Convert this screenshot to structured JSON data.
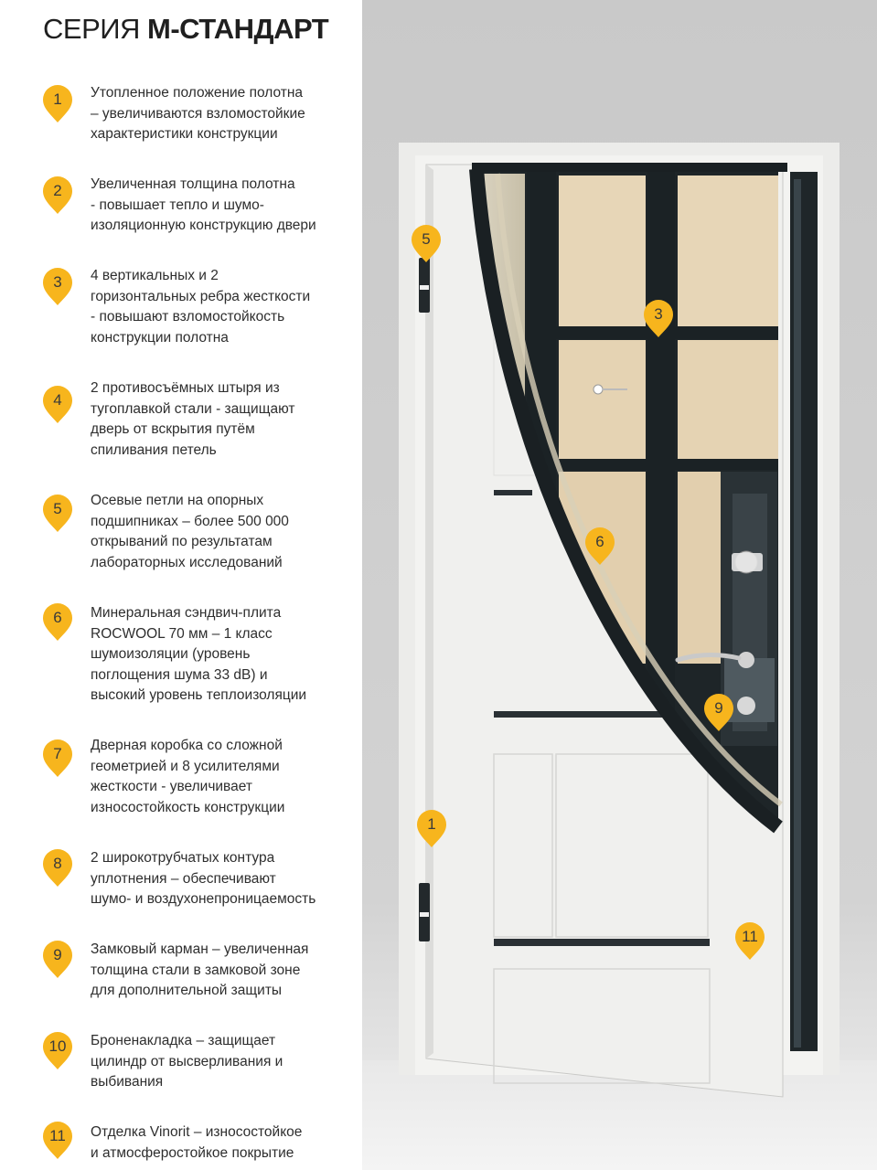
{
  "title": {
    "light": "СЕРИЯ ",
    "bold": "М-СТАНДАРТ"
  },
  "colors": {
    "pin": "#f7b51d",
    "text": "#2e2e2e",
    "wall": "#cdcdcd",
    "frame": "#1c2326",
    "insulation": "#e8d7b8"
  },
  "features": [
    {
      "num": "1",
      "text": "Утопленное положение полотна\n– увеличиваются взломостойкие\nхарактеристики конструкции"
    },
    {
      "num": "2",
      "text": "Увеличенная толщина полотна\n- повышает тепло и шумо-\nизоляционную конструкцию двери"
    },
    {
      "num": "3",
      "text": "4 вертикальных и 2\nгоризонтальных ребра жесткости\n- повышают взломостойкость\nконструкции полотна"
    },
    {
      "num": "4",
      "text": "2 противосъёмных штыря из\nтугоплавкой стали - защищают\nдверь от вскрытия путём\nспиливания петель"
    },
    {
      "num": "5",
      "text": "Осевые петли на опорных\nподшипниках – более 500 000\nоткрываний по результатам\nлабораторных исследований"
    },
    {
      "num": "6",
      "text": "Минеральная сэндвич-плита\nROCWOOL 70 мм – 1 класс\nшумоизоляции (уровень\nпоглощения шума 33 dB) и\nвысокий уровень теплоизоляции"
    },
    {
      "num": "7",
      "text": "Дверная коробка со сложной\nгеометрией и 8 усилителями\nжесткости -  увеличивает\nизносостойкость конструкции"
    },
    {
      "num": "8",
      "text": "2 широкотрубчатых контура\nуплотнения – обеспечивают\nшумо- и воздухонепроницаемость"
    },
    {
      "num": "9",
      "text": "Замковый карман – увеличенная\nтолщина стали в замковой зоне\nдля дополнительной защиты"
    },
    {
      "num": "10",
      "text": "Броненакладка – защищает\nцилиндр от высверливания и\nвыбивания"
    },
    {
      "num": "11",
      "text": "Отделка Vinorit – износостойкое\nи атмосферостойкое покрытие"
    }
  ],
  "photo_markers": [
    "5",
    "3",
    "6",
    "9",
    "1",
    "11"
  ]
}
